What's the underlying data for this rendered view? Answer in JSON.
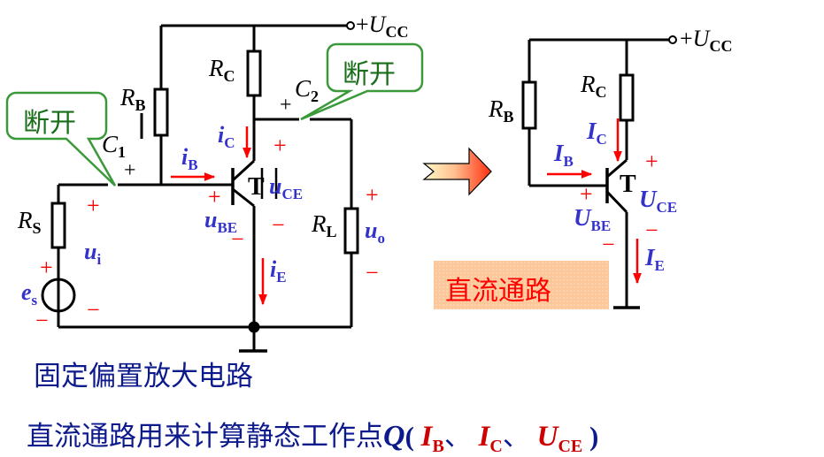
{
  "left_circuit": {
    "supply": {
      "sign": "+",
      "sym": "U",
      "sub": "CC"
    },
    "RB": {
      "sym": "R",
      "sub": "B"
    },
    "RC": {
      "sym": "R",
      "sub": "C"
    },
    "RS": {
      "sym": "R",
      "sub": "S"
    },
    "RL": {
      "sym": "R",
      "sub": "L"
    },
    "C1": {
      "sym": "C",
      "sub": "1"
    },
    "C2": {
      "sym": "C",
      "sub": "2"
    },
    "transistor": "T",
    "iB": {
      "sym": "i",
      "sub": "B"
    },
    "iC": {
      "sym": "i",
      "sub": "C"
    },
    "iE": {
      "sym": "i",
      "sub": "E"
    },
    "uBE": {
      "sym": "u",
      "sub": "BE"
    },
    "uCE": {
      "sym": "u",
      "sub": "CE"
    },
    "ui": {
      "sym": "u",
      "sub": "i"
    },
    "uo": {
      "sym": "u",
      "sub": "o"
    },
    "es": {
      "sym": "e",
      "sub": "s"
    },
    "plus": "+",
    "minus": "−",
    "callout_left": "断开",
    "callout_right": "断开"
  },
  "right_circuit": {
    "supply": {
      "sign": "+",
      "sym": "U",
      "sub": "CC"
    },
    "RB": {
      "sym": "R",
      "sub": "B"
    },
    "RC": {
      "sym": "R",
      "sub": "C"
    },
    "transistor": "T",
    "IB": {
      "sym": "I",
      "sub": "B"
    },
    "IC": {
      "sym": "I",
      "sub": "C"
    },
    "IE": {
      "sym": "I",
      "sub": "E"
    },
    "UBE": {
      "sym": "U",
      "sub": "BE"
    },
    "UCE": {
      "sym": "U",
      "sub": "CE"
    },
    "plus": "+",
    "minus": "−"
  },
  "dc_path_label": "直流通路",
  "caption": "固定偏置放大电路",
  "footer": {
    "text": "直流通路用来计算静态工作点",
    "q": "Q",
    "open": "(",
    "ib": {
      "sym": "I",
      "sub": "B"
    },
    "sep": "、",
    "ic": {
      "sym": "I",
      "sub": "C"
    },
    "uce": {
      "sym": "U",
      "sub": "CE"
    },
    "close": ")"
  },
  "colors": {
    "wire": "#000000",
    "label_blue": "#3333cc",
    "polarity_red": "#ff0000",
    "callout_green": "#3a9a3a",
    "callout_text": "#1a6e1a",
    "caption_navy": "#0d1a8c",
    "footer_red": "#cc0000",
    "dc_box_bg": "#fcc89a"
  }
}
